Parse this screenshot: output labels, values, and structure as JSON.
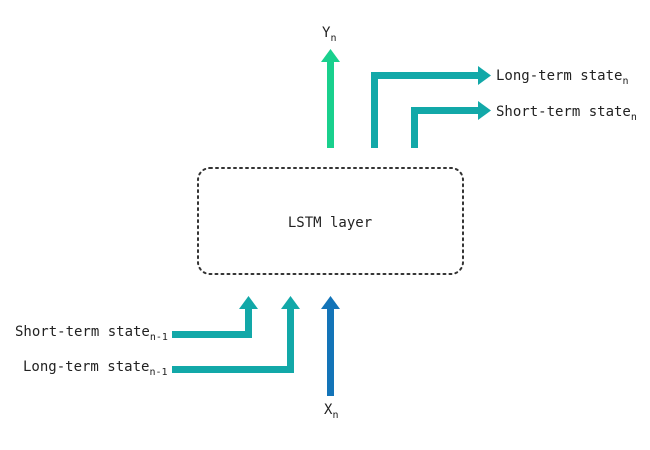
{
  "diagram": {
    "box": {
      "label": "LSTM layer"
    },
    "outputs": {
      "y": {
        "base": "Y",
        "sub": "n"
      },
      "long_term": {
        "base": "Long-term state",
        "sub": "n"
      },
      "short_term": {
        "base": "Short-term state",
        "sub": "n"
      }
    },
    "inputs": {
      "short_term": {
        "base": "Short-term state",
        "sub": "n-1"
      },
      "long_term": {
        "base": "Long-term state",
        "sub": "n-1"
      },
      "x": {
        "base": "X",
        "sub": "n"
      }
    },
    "colors": {
      "teal": "#12a8a8",
      "green": "#19d08d",
      "blue": "#1374b8",
      "box_border": "#333333",
      "text": "#222222"
    }
  }
}
